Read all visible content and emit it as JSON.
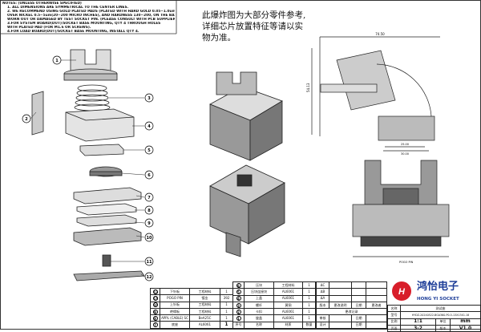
{
  "notes": {
    "title": "NOTES: (UNLESS OTHERWISE SPECIFIED)",
    "lines": [
      "1. ALL DIMENSIONS ARE SYMMETRICAL TO THE CENTER LINES.",
      "2. WE RECOMMEND USING GOLD PLATED PADS (PLATED WITH HARD GOLD 0.05~1.0um(2~40 MICRO INCHES)) AND,",
      "OVER NICKEL 0.5~5um(20~200 MICRO INCHES), AND HARDNESS 130~200, ON THE BASIS OF PREVENTING PCB PAD",
      "WORN OUT OR DAMAGED BY TEST SOCKET PIN. (PLEASE CONSULT WITH PCB SUPPLIER FOR PLATING THICKNESS SPECIFICATION)",
      "3.FOR SYSTEM BOARD(DUT)/SOCKET BASE MOUNTING, QTY 4 THROUGH HOLES",
      "WITH PLATED PAD (FOR M1.6 OR SCREWS).",
      "4.FOR LOAD BOARD(DUT)/SOCKET BASE MOUNTING, INSTALL QTY 4."
    ]
  },
  "note_cn": "此爆炸图为大部分零件参考,详细芯片放置特征等请以实物为准。",
  "balloons": [
    "1",
    "2",
    "3",
    "4",
    "5",
    "6",
    "7",
    "8",
    "9",
    "10",
    "11",
    "12"
  ],
  "dimensions": {
    "width": "74.50",
    "height": "54.13",
    "inner": "25.00",
    "outer": "30.00",
    "pogo_label": "POGO PIN"
  },
  "bom_left": [
    {
      "no": "12",
      "name": "下针板",
      "material": "工程材料",
      "qty": "1"
    },
    {
      "no": "11",
      "name": "POGO PIN",
      "material": "镀金",
      "qty": "392"
    },
    {
      "no": "10",
      "name": "上针板",
      "material": "工程材料",
      "qty": "1"
    },
    {
      "no": "9",
      "name": "绝缘板",
      "material": "工程材料",
      "qty": "1"
    },
    {
      "no": "8",
      "name": "APPL (CABLE) SC",
      "material": "BeA25C",
      "qty": "1"
    },
    {
      "no": "7",
      "name": "底座",
      "material": "AL6061",
      "qty": "1"
    }
  ],
  "bom_right": [
    {
      "no": "6",
      "name": "压块",
      "material": "工程材料",
      "qty": "1"
    },
    {
      "no": "5",
      "name": "压块连接块",
      "material": "AL6061",
      "qty": "1"
    },
    {
      "no": "4",
      "name": "上盖",
      "material": "AL6061",
      "qty": "1"
    },
    {
      "no": "3",
      "name": "螺杆",
      "material": "黄铜",
      "qty": "1"
    },
    {
      "no": "2",
      "name": "卡扣",
      "material": "AL6061",
      "qty": "1"
    },
    {
      "no": "1",
      "name": "旋盖",
      "material": "AL6061",
      "qty": "1"
    }
  ],
  "bom_header": {
    "no": "序号",
    "name": "名称",
    "material": "材质",
    "qty": "数量"
  },
  "revision": {
    "marks": [
      "ΔC",
      "ΔB",
      "ΔA"
    ],
    "header": [
      "版本",
      "更改说明",
      "日期",
      "更改者"
    ],
    "record": "更改记录",
    "review": "审核",
    "design": "设计",
    "date": "日期"
  },
  "title_block": {
    "company_cn": "鸿怡电子",
    "company_en": "HONG YI SOCKET",
    "name_label": "名称",
    "name": "测试座",
    "model_label": "型号",
    "model": "HYDZ-20240522-BGA360-P0.5-13X13X1.18",
    "scale_label": "比例",
    "scale": "1:1",
    "unit_label": "单位",
    "unit": "mm",
    "page_label": "页面",
    "page": "3-2",
    "version_label": "版本",
    "version": "V1.0",
    "brand_color": "#d81e2a",
    "brand_text_color": "#1f3f99"
  }
}
